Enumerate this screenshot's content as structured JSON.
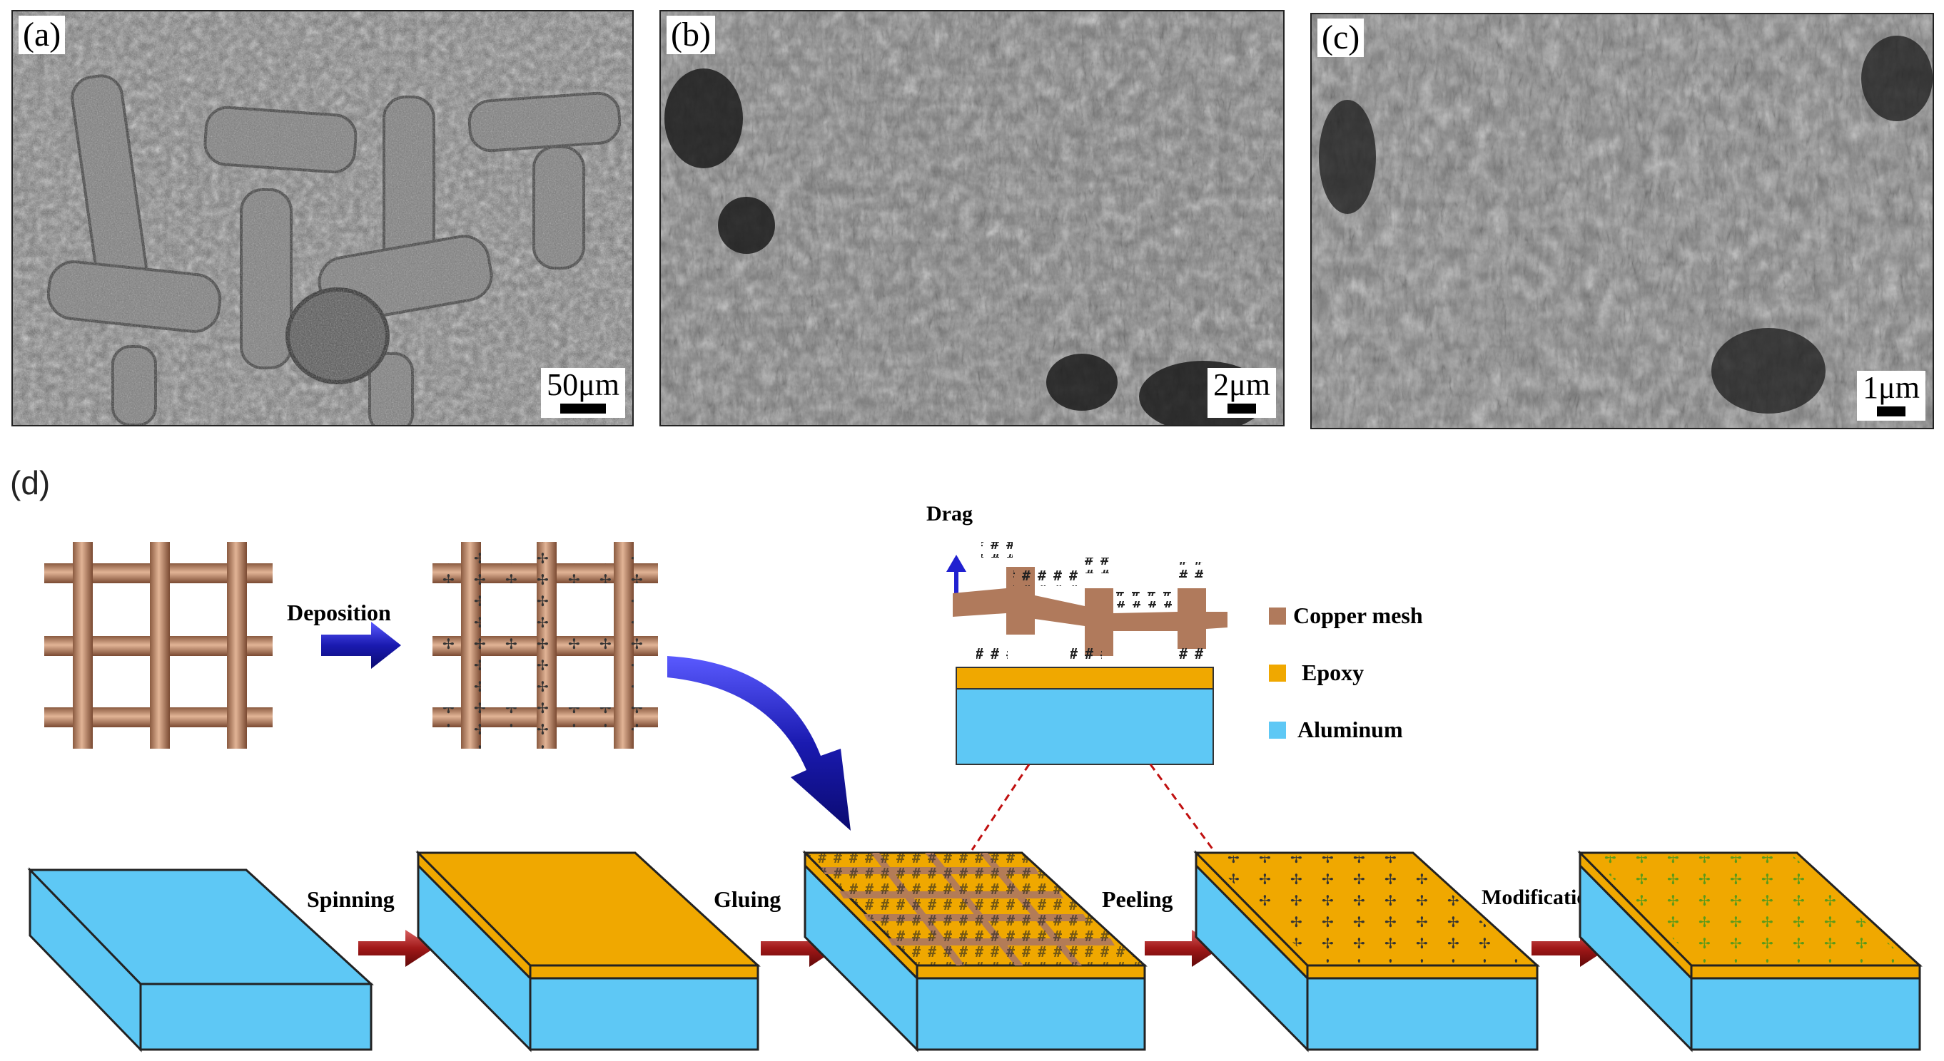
{
  "panels": [
    {
      "label": "(a)",
      "scale": "50μm"
    },
    {
      "label": "(b)",
      "scale": "2μm"
    },
    {
      "label": "(c)",
      "scale": "1μm"
    }
  ],
  "diagram": {
    "label": "(d)",
    "steps": {
      "deposition": "Deposition",
      "spinning": "Spinning",
      "gluing": "Gluing",
      "peeling": "Peeling",
      "modification": "Modification",
      "drag": "Drag"
    },
    "legend": [
      {
        "name": "Copper mesh",
        "color": "#b07a5c"
      },
      {
        "name": "Epoxy",
        "color": "#f0a800"
      },
      {
        "name": "Aluminum",
        "color": "#5ec8f5"
      }
    ]
  },
  "colors": {
    "copper": "#b07a5c",
    "epoxy": "#f0a800",
    "aluminum": "#5ec8f5",
    "arrow_blue": "#1a1aa8",
    "arrow_red": "#b02020",
    "dendrite_green": "#6aa02a"
  }
}
